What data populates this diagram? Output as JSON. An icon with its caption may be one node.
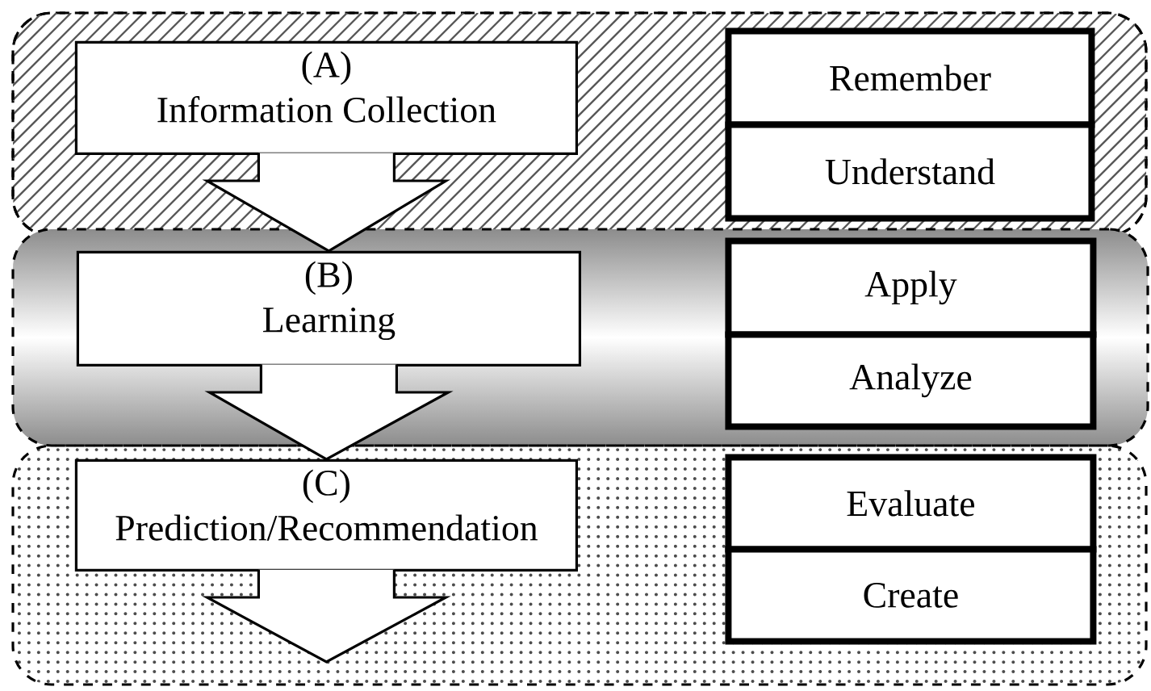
{
  "diagram": {
    "nodes": [
      {
        "text": [],
        "shape": "box"
      },
      {
        "text": [
          "(A)",
          "Information Collection"
        ],
        "in": 0
      },
      {
        "text": [
          "Remember"
        ],
        "in": 0
      },
      {
        "text": [
          "Understand"
        ],
        "in": 0
      },
      {
        "text": [],
        "shape": "box"
      },
      {
        "text": [
          "(B)",
          "Learning"
        ],
        "in": 4
      },
      {
        "text": [
          "Apply"
        ],
        "in": 4
      },
      {
        "text": [
          "Analyze"
        ],
        "in": 4
      },
      {
        "text": [],
        "shape": "box"
      },
      {
        "text": [
          "(C)",
          "Prediction/Recommendation"
        ],
        "in": 8
      },
      {
        "text": [
          "Evaluate"
        ],
        "in": 8
      },
      {
        "text": [
          "Create"
        ],
        "in": 8
      }
    ],
    "edges": [
      {
        "from": 1,
        "to": 5,
        "arrow": "to"
      },
      {
        "from": 5,
        "to": 9,
        "arrow": "to"
      },
      {
        "from": 9,
        "to": null,
        "arrow": "to"
      }
    ]
  }
}
